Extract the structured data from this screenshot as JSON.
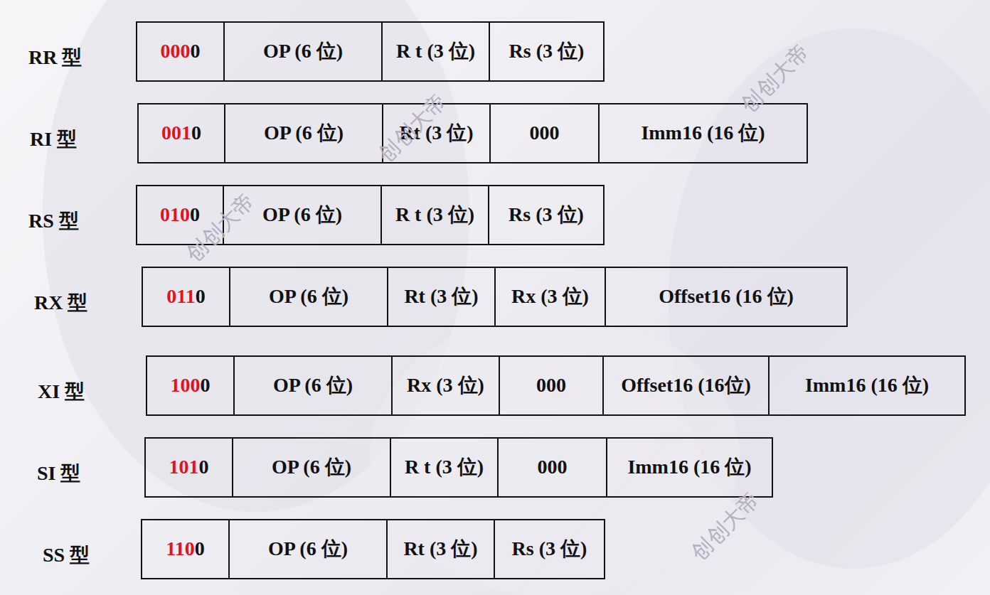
{
  "diagram": {
    "nodes": [
      {
        "text": [
          "000",
          "0"
        ]
      },
      {
        "text": [
          "OP (6 位)"
        ]
      },
      {
        "text": [
          "R t (3 位)"
        ]
      },
      {
        "text": [
          "Rs (3 位)"
        ]
      },
      {
        "text": [
          "001",
          "0"
        ]
      },
      {
        "text": [
          "OP (6 位)"
        ]
      },
      {
        "text": [
          "Rt (3 位)"
        ]
      },
      {
        "text": [
          "000"
        ]
      },
      {
        "text": [
          "Imm16 (16 位)"
        ]
      },
      {
        "text": [
          "010",
          "0"
        ]
      },
      {
        "text": [
          "OP (6 位)"
        ]
      },
      {
        "text": [
          "R t (3 位)"
        ]
      },
      {
        "text": [
          "Rs (3 位)"
        ]
      },
      {
        "text": [
          "011",
          "0"
        ]
      },
      {
        "text": [
          "OP (6 位)"
        ]
      },
      {
        "text": [
          "Rt (3 位)"
        ]
      },
      {
        "text": [
          "Rx (3 位)"
        ]
      },
      {
        "text": [
          "Offset16 (16 位)"
        ]
      },
      {
        "text": [
          "100",
          "0"
        ]
      },
      {
        "text": [
          "OP (6 位)"
        ]
      },
      {
        "text": [
          "Rx (3 位)"
        ]
      },
      {
        "text": [
          "000"
        ]
      },
      {
        "text": [
          "Offset16 (16位)"
        ]
      },
      {
        "text": [
          "Imm16 (16 位)"
        ]
      },
      {
        "text": [
          "101",
          "0"
        ]
      },
      {
        "text": [
          "OP (6 位)"
        ]
      },
      {
        "text": [
          "R t (3 位)"
        ]
      },
      {
        "text": [
          "000"
        ]
      },
      {
        "text": [
          "Imm16 (16 位)"
        ]
      },
      {
        "text": [
          "110",
          "0"
        ]
      },
      {
        "text": [
          "OP (6 位)"
        ]
      },
      {
        "text": [
          "Rt (3 位)"
        ]
      },
      {
        "text": [
          "Rs (3 位)"
        ]
      }
    ],
    "labels": [
      "RR 型",
      "RI 型",
      "RS 型",
      "RX 型",
      "XI 型",
      "SI 型",
      "SS 型",
      "创创大帝",
      "创创大帝",
      "创创大帝",
      "创创大帝"
    ]
  }
}
